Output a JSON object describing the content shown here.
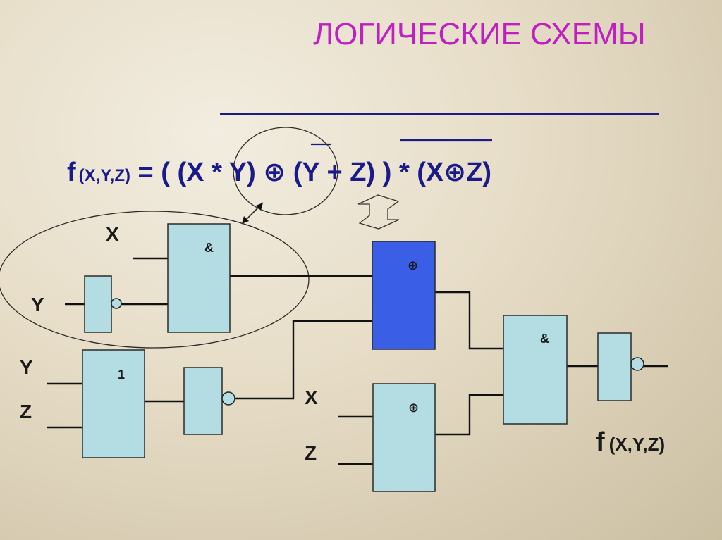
{
  "title": "ЛОГИЧЕСКИЕ СХЕМЫ",
  "formula": {
    "f": "f",
    "args": "(X,Y,Z)",
    "body": " = ( (X * Y) ⊕ (Y + Z) ) * (X⊕Z)"
  },
  "inputs": {
    "x1": "X",
    "y1": "Y",
    "y2": "Y",
    "z1": "Z",
    "x2": "X",
    "z2": "Z"
  },
  "gates": {
    "and1": "&",
    "or1": "1",
    "xor1": "⊕",
    "xor2": "⊕",
    "and2": "&"
  },
  "output": {
    "f": "f",
    "args": "(X,Y,Z)"
  },
  "colors": {
    "title": "#c020c0",
    "formula": "#1a1a8a",
    "gate": "#b3dde3",
    "highlight_gate": "#3a5fe6"
  }
}
